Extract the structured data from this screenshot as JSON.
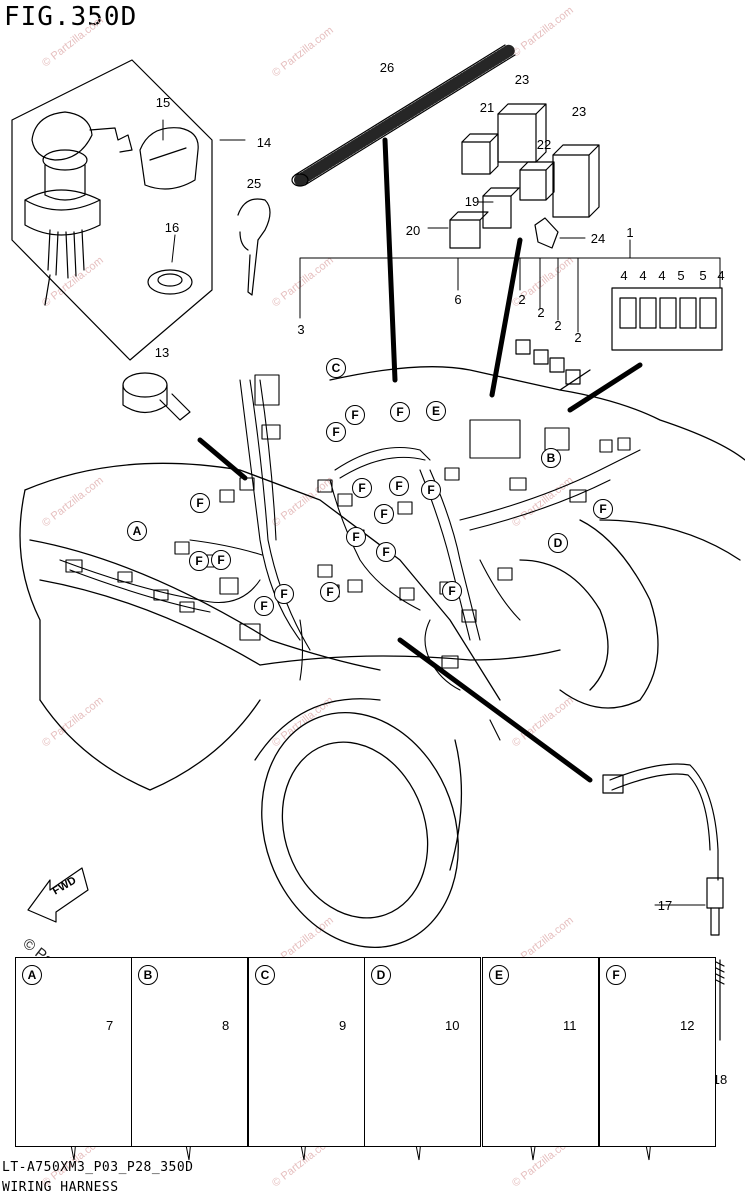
{
  "figure": {
    "title": "FIG.350D",
    "code": "LT-A750XM3_P03_P28_350D",
    "name": "WIRING HARNESS",
    "watermark": "© Partzilla.com",
    "fwd_label": "FWD"
  },
  "callouts": [
    {
      "id": "c26",
      "label": "26"
    },
    {
      "id": "c23a",
      "label": "23"
    },
    {
      "id": "c21",
      "label": "21"
    },
    {
      "id": "c22",
      "label": "22"
    },
    {
      "id": "c23b",
      "label": "23"
    },
    {
      "id": "c15",
      "label": "15"
    },
    {
      "id": "c14",
      "label": "14"
    },
    {
      "id": "c25",
      "label": "25"
    },
    {
      "id": "c19",
      "label": "19"
    },
    {
      "id": "c20",
      "label": "20"
    },
    {
      "id": "c24",
      "label": "24"
    },
    {
      "id": "c1",
      "label": "1"
    },
    {
      "id": "c16",
      "label": "16"
    },
    {
      "id": "c4a",
      "label": "4"
    },
    {
      "id": "c4b",
      "label": "4"
    },
    {
      "id": "c4c",
      "label": "4"
    },
    {
      "id": "c5a",
      "label": "5"
    },
    {
      "id": "c5b",
      "label": "5"
    },
    {
      "id": "c4d",
      "label": "4"
    },
    {
      "id": "c6",
      "label": "6"
    },
    {
      "id": "c2a",
      "label": "2"
    },
    {
      "id": "c2b",
      "label": "2"
    },
    {
      "id": "c2c",
      "label": "2"
    },
    {
      "id": "c2d",
      "label": "2"
    },
    {
      "id": "c3",
      "label": "3"
    },
    {
      "id": "c13",
      "label": "13"
    },
    {
      "id": "c17",
      "label": "17"
    },
    {
      "id": "c18",
      "label": "18"
    }
  ],
  "clip_markers": [
    "C",
    "F",
    "F",
    "E",
    "F",
    "F",
    "B",
    "F",
    "F",
    "F",
    "F",
    "F",
    "F",
    "F",
    "F",
    "F",
    "D",
    "F",
    "F",
    "A",
    "F",
    "F"
  ],
  "panels": [
    {
      "letter": "A",
      "part": "7"
    },
    {
      "letter": "B",
      "part": "8"
    },
    {
      "letter": "C",
      "part": "9"
    },
    {
      "letter": "D",
      "part": "10"
    },
    {
      "letter": "E",
      "part": "11"
    },
    {
      "letter": "F",
      "part": "12"
    }
  ]
}
